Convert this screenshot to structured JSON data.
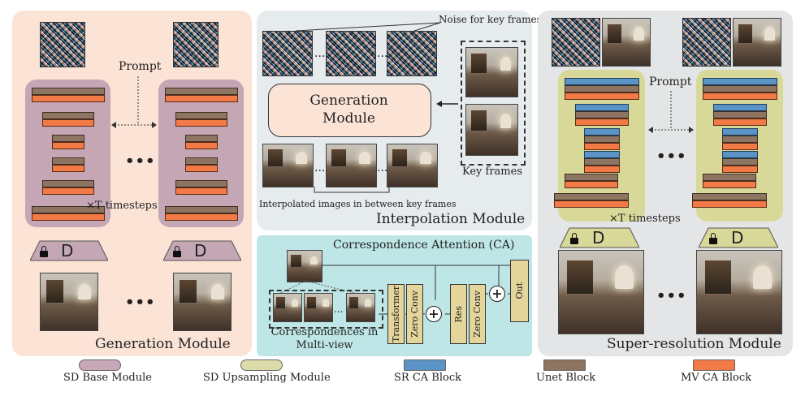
{
  "gen": {
    "title": "Generation Module",
    "prompt": "Prompt",
    "timesteps": "×T timesteps",
    "dots": "•••",
    "decoder": "D"
  },
  "interp": {
    "noise_label": "Noise for key frames",
    "module_label": "Generation Module",
    "key_frames": "Key frames",
    "interp_images": "Interpolated images in between key frames",
    "title": "Interpolation Module",
    "dots": "..."
  },
  "ca": {
    "title": "Correspondence Attention (CA)",
    "corr_label": "Correspondences in Multi-view",
    "blocks": [
      "Transformer",
      "Zero Conv",
      "Res",
      "Zero Conv",
      "Out"
    ],
    "plus": "+"
  },
  "sr": {
    "title": "Super-resolution Module",
    "prompt": "Prompt",
    "timesteps": "×T timesteps",
    "dots": "•••",
    "decoder": "D"
  },
  "legend": [
    {
      "label": "SD Base Module",
      "color": "#c8a8b8"
    },
    {
      "label": "SD Upsampling Module",
      "color": "#dcdcaa"
    },
    {
      "label": "SR CA Block",
      "color": "#5b93c6"
    },
    {
      "label": "Unet Block",
      "color": "#8e7561"
    },
    {
      "label": "MV CA Block",
      "color": "#f27a46"
    }
  ],
  "colors": {
    "gen_bg": "#fbe3d6",
    "interp_bg": "#e6ebee",
    "ca_bg": "#bfe6e6",
    "sr_bg": "#e3e5e6",
    "unet_base": "#c4a6b4",
    "unet_up": "#d8d898"
  }
}
